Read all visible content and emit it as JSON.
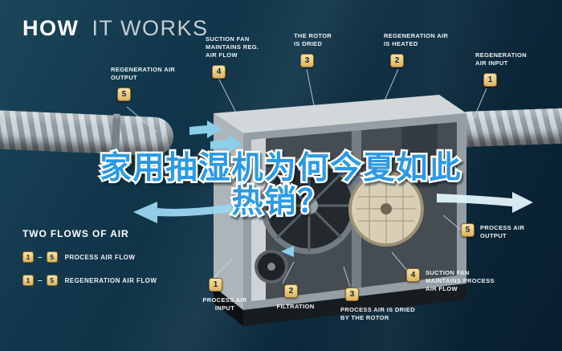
{
  "title": {
    "word1": "HOW",
    "word2": "IT WORKS"
  },
  "overlay": {
    "line1": "家用抽湿机为何今夏如此",
    "line2": "热销？"
  },
  "legend": {
    "title": "TWO FLOWS OF AIR",
    "rows": [
      {
        "from": "1",
        "to": "5",
        "label": "PROCESS AIR FLOW"
      },
      {
        "from": "1",
        "to": "5",
        "label": "REGENERATION AIR FLOW"
      }
    ]
  },
  "callouts": [
    {
      "num": "5",
      "label": "REGENERATION AIR OUTPUT"
    },
    {
      "num": "4",
      "label": "SUCTION FAN MAINTAINS REG. AIR FLOW"
    },
    {
      "num": "3",
      "label": "THE ROTOR IS DRIED"
    },
    {
      "num": "2",
      "label": "REGENERATION AIR IS HEATED"
    },
    {
      "num": "1",
      "label": "REGENERATION AIR INPUT"
    },
    {
      "num": "5",
      "label": "PROCESS AIR OUTPUT"
    },
    {
      "num": "4",
      "label": "SUCTION FAN MAINTAINS PROCESS AIR FLOW"
    },
    {
      "num": "1",
      "label": "PROCESS AIR INPUT"
    },
    {
      "num": "2",
      "label": "FILTRATION"
    },
    {
      "num": "3",
      "label": "PROCESS AIR IS DRIED BY THE ROTOR"
    }
  ],
  "colors": {
    "background": "#0d2c3f",
    "badge": "#e4bd6e",
    "headline_blue": "#2b9ae6",
    "airflow_cyan": "#9bd6ee",
    "label_text": "#eef3f6"
  }
}
